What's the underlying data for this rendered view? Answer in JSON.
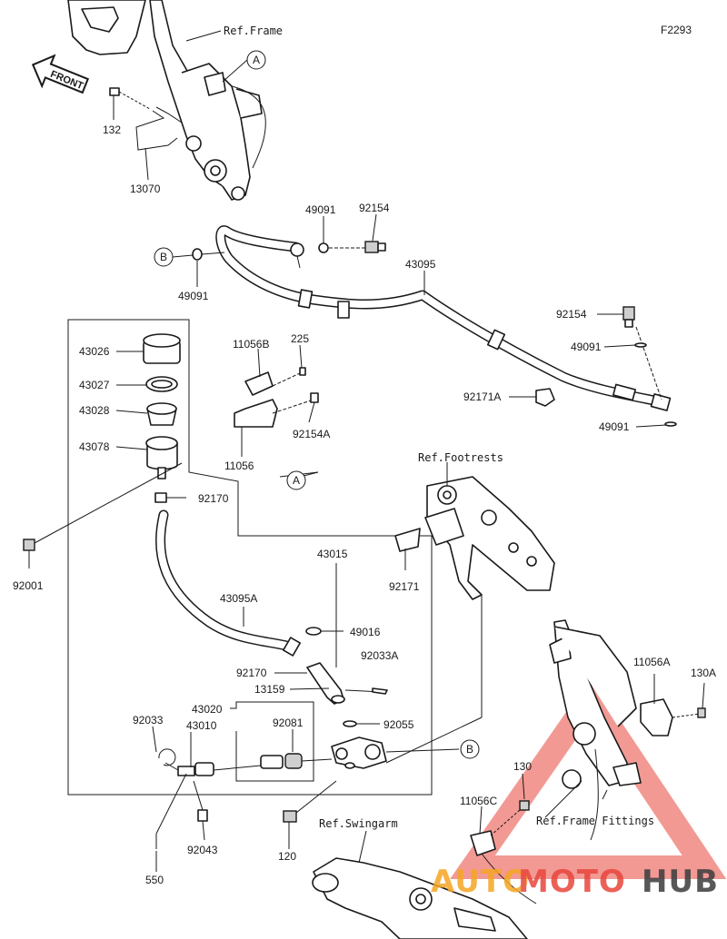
{
  "figure_code": "F2293",
  "front_label": "FRONT",
  "callouts": {
    "A": "A",
    "B": "B"
  },
  "refs": {
    "frame": "Ref.Frame",
    "footrests": "Ref.Footrests",
    "swingarm": "Ref.Swingarm",
    "frame_fittings": "Ref.Frame Fittings"
  },
  "parts": {
    "p132": "132",
    "p13070": "13070",
    "p49091_top": "49091",
    "p92154_top": "92154",
    "p43095": "43095",
    "p49091_left": "49091",
    "p92154_right": "92154",
    "p49091_right_top": "49091",
    "p92171A": "92171A",
    "p49091_right_bottom": "49091",
    "p43026": "43026",
    "p43027": "43027",
    "p43028": "43028",
    "p43078": "43078",
    "p11056B": "11056B",
    "p225": "225",
    "p92154A": "92154A",
    "p11056": "11056",
    "p92170_top": "92170",
    "p92001": "92001",
    "p43015": "43015",
    "p92171": "92171",
    "p43095A": "43095A",
    "p49016": "49016",
    "p92170_bottom": "92170",
    "p92033A": "92033A",
    "p13159": "13159",
    "p43020": "43020",
    "p92033": "92033",
    "p43010": "43010",
    "p92081": "92081",
    "p92055": "92055",
    "p130": "130",
    "p11056C": "11056C",
    "p92043": "92043",
    "p120": "120",
    "p550": "550",
    "p11056A": "11056A",
    "p130A": "130A"
  },
  "watermark": {
    "part1": "AUTO",
    "part2": "MOTO",
    "part3": "HUB"
  },
  "colors": {
    "line": "#1a1a1a",
    "watermark_red": "#e8463c",
    "watermark_orange": "#f5a623",
    "watermark_gray": "#3c3c3c"
  }
}
